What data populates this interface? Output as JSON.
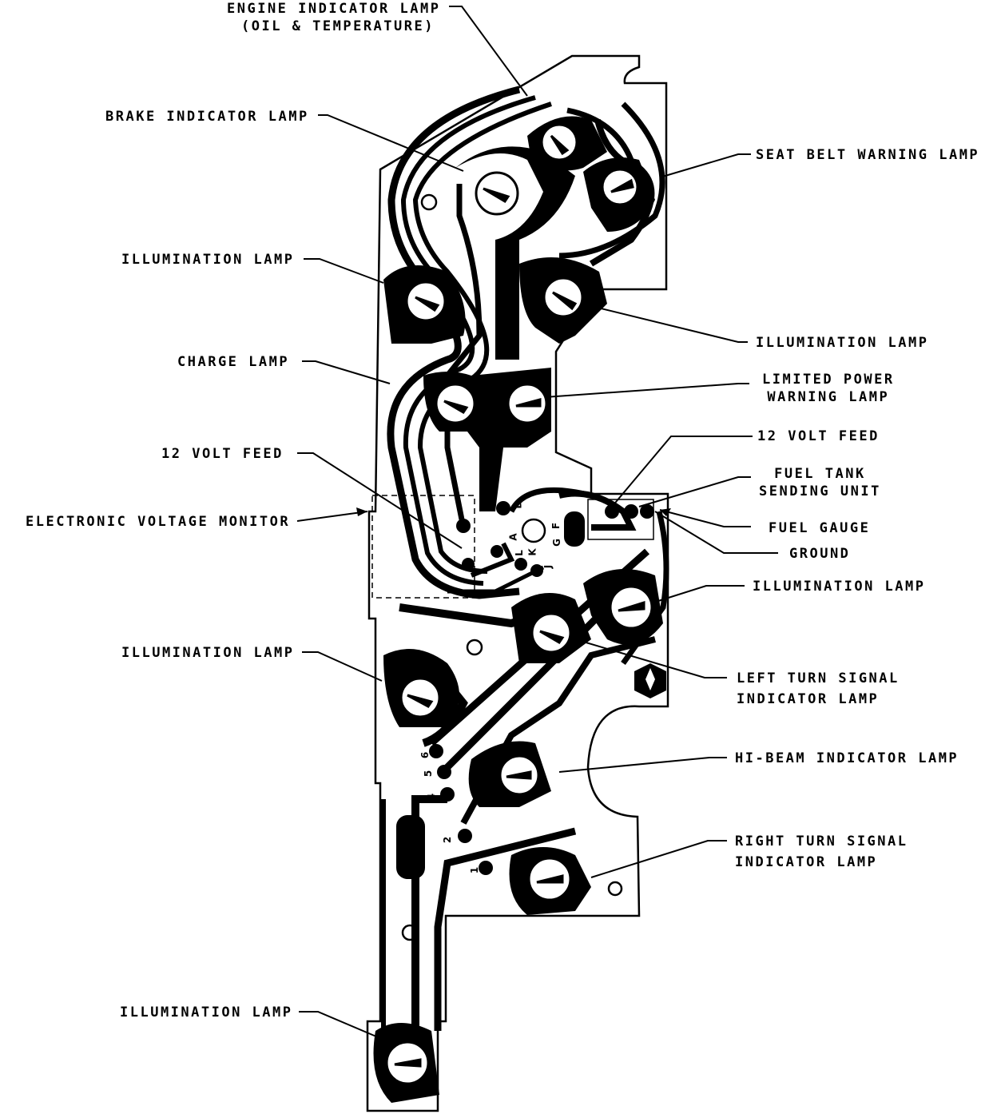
{
  "labels": {
    "engine_indicator_1": "ENGINE INDICATOR LAMP",
    "engine_indicator_2": "(OIL & TEMPERATURE)",
    "brake_indicator": "BRAKE INDICATOR LAMP",
    "seat_belt_warning": "SEAT BELT WARNING LAMP",
    "illumination_left_1": "ILLUMINATION LAMP",
    "illumination_right_1": "ILLUMINATION LAMP",
    "charge_lamp": "CHARGE LAMP",
    "limited_power_1": "LIMITED POWER",
    "limited_power_2": "WARNING LAMP",
    "volt_feed_left": "12 VOLT FEED",
    "volt_feed_right": "12 VOLT FEED",
    "fuel_tank_1": "FUEL TANK",
    "fuel_tank_2": "SENDING UNIT",
    "voltage_monitor": "ELECTRONIC VOLTAGE MONITOR",
    "fuel_gauge": "FUEL GAUGE",
    "ground": "GROUND",
    "illumination_right_2": "ILLUMINATION LAMP",
    "illumination_left_2": "ILLUMINATION LAMP",
    "left_turn_1": "LEFT TURN SIGNAL",
    "left_turn_2": "INDICATOR LAMP",
    "hi_beam": "HI-BEAM INDICATOR LAMP",
    "right_turn_1": "RIGHT TURN SIGNAL",
    "right_turn_2": "INDICATOR LAMP",
    "illumination_bottom": "ILLUMINATION LAMP"
  },
  "pins": {
    "b": "B",
    "a": "A",
    "k": "K",
    "l": "L",
    "j": "J",
    "g": "G",
    "f": "F",
    "p6": "6",
    "p5": "5",
    "p4": "4",
    "p2": "2",
    "p1": "1"
  },
  "colors": {
    "ink": "#000000",
    "board": "#ffffff"
  }
}
